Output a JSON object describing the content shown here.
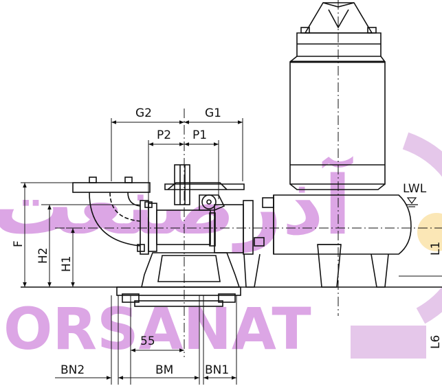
{
  "labels": {
    "g2": "G2",
    "g1": "G1",
    "p2": "P2",
    "p1": "P1",
    "lwl": "LWL",
    "f": "F",
    "h2": "H2",
    "h1": "H1",
    "l1": "L1",
    "l6": "L6",
    "dim55": "55",
    "bn2": "BN2",
    "bm": "BM",
    "bn1": "BN1"
  },
  "watermark": {
    "latin": "ORSANAT",
    "arabic": "آذرصنعت"
  },
  "colors": {
    "line": "#111111",
    "watermark": "#b441c8",
    "watermark_light": "#cf9ad9",
    "accent": "#f5c242"
  }
}
